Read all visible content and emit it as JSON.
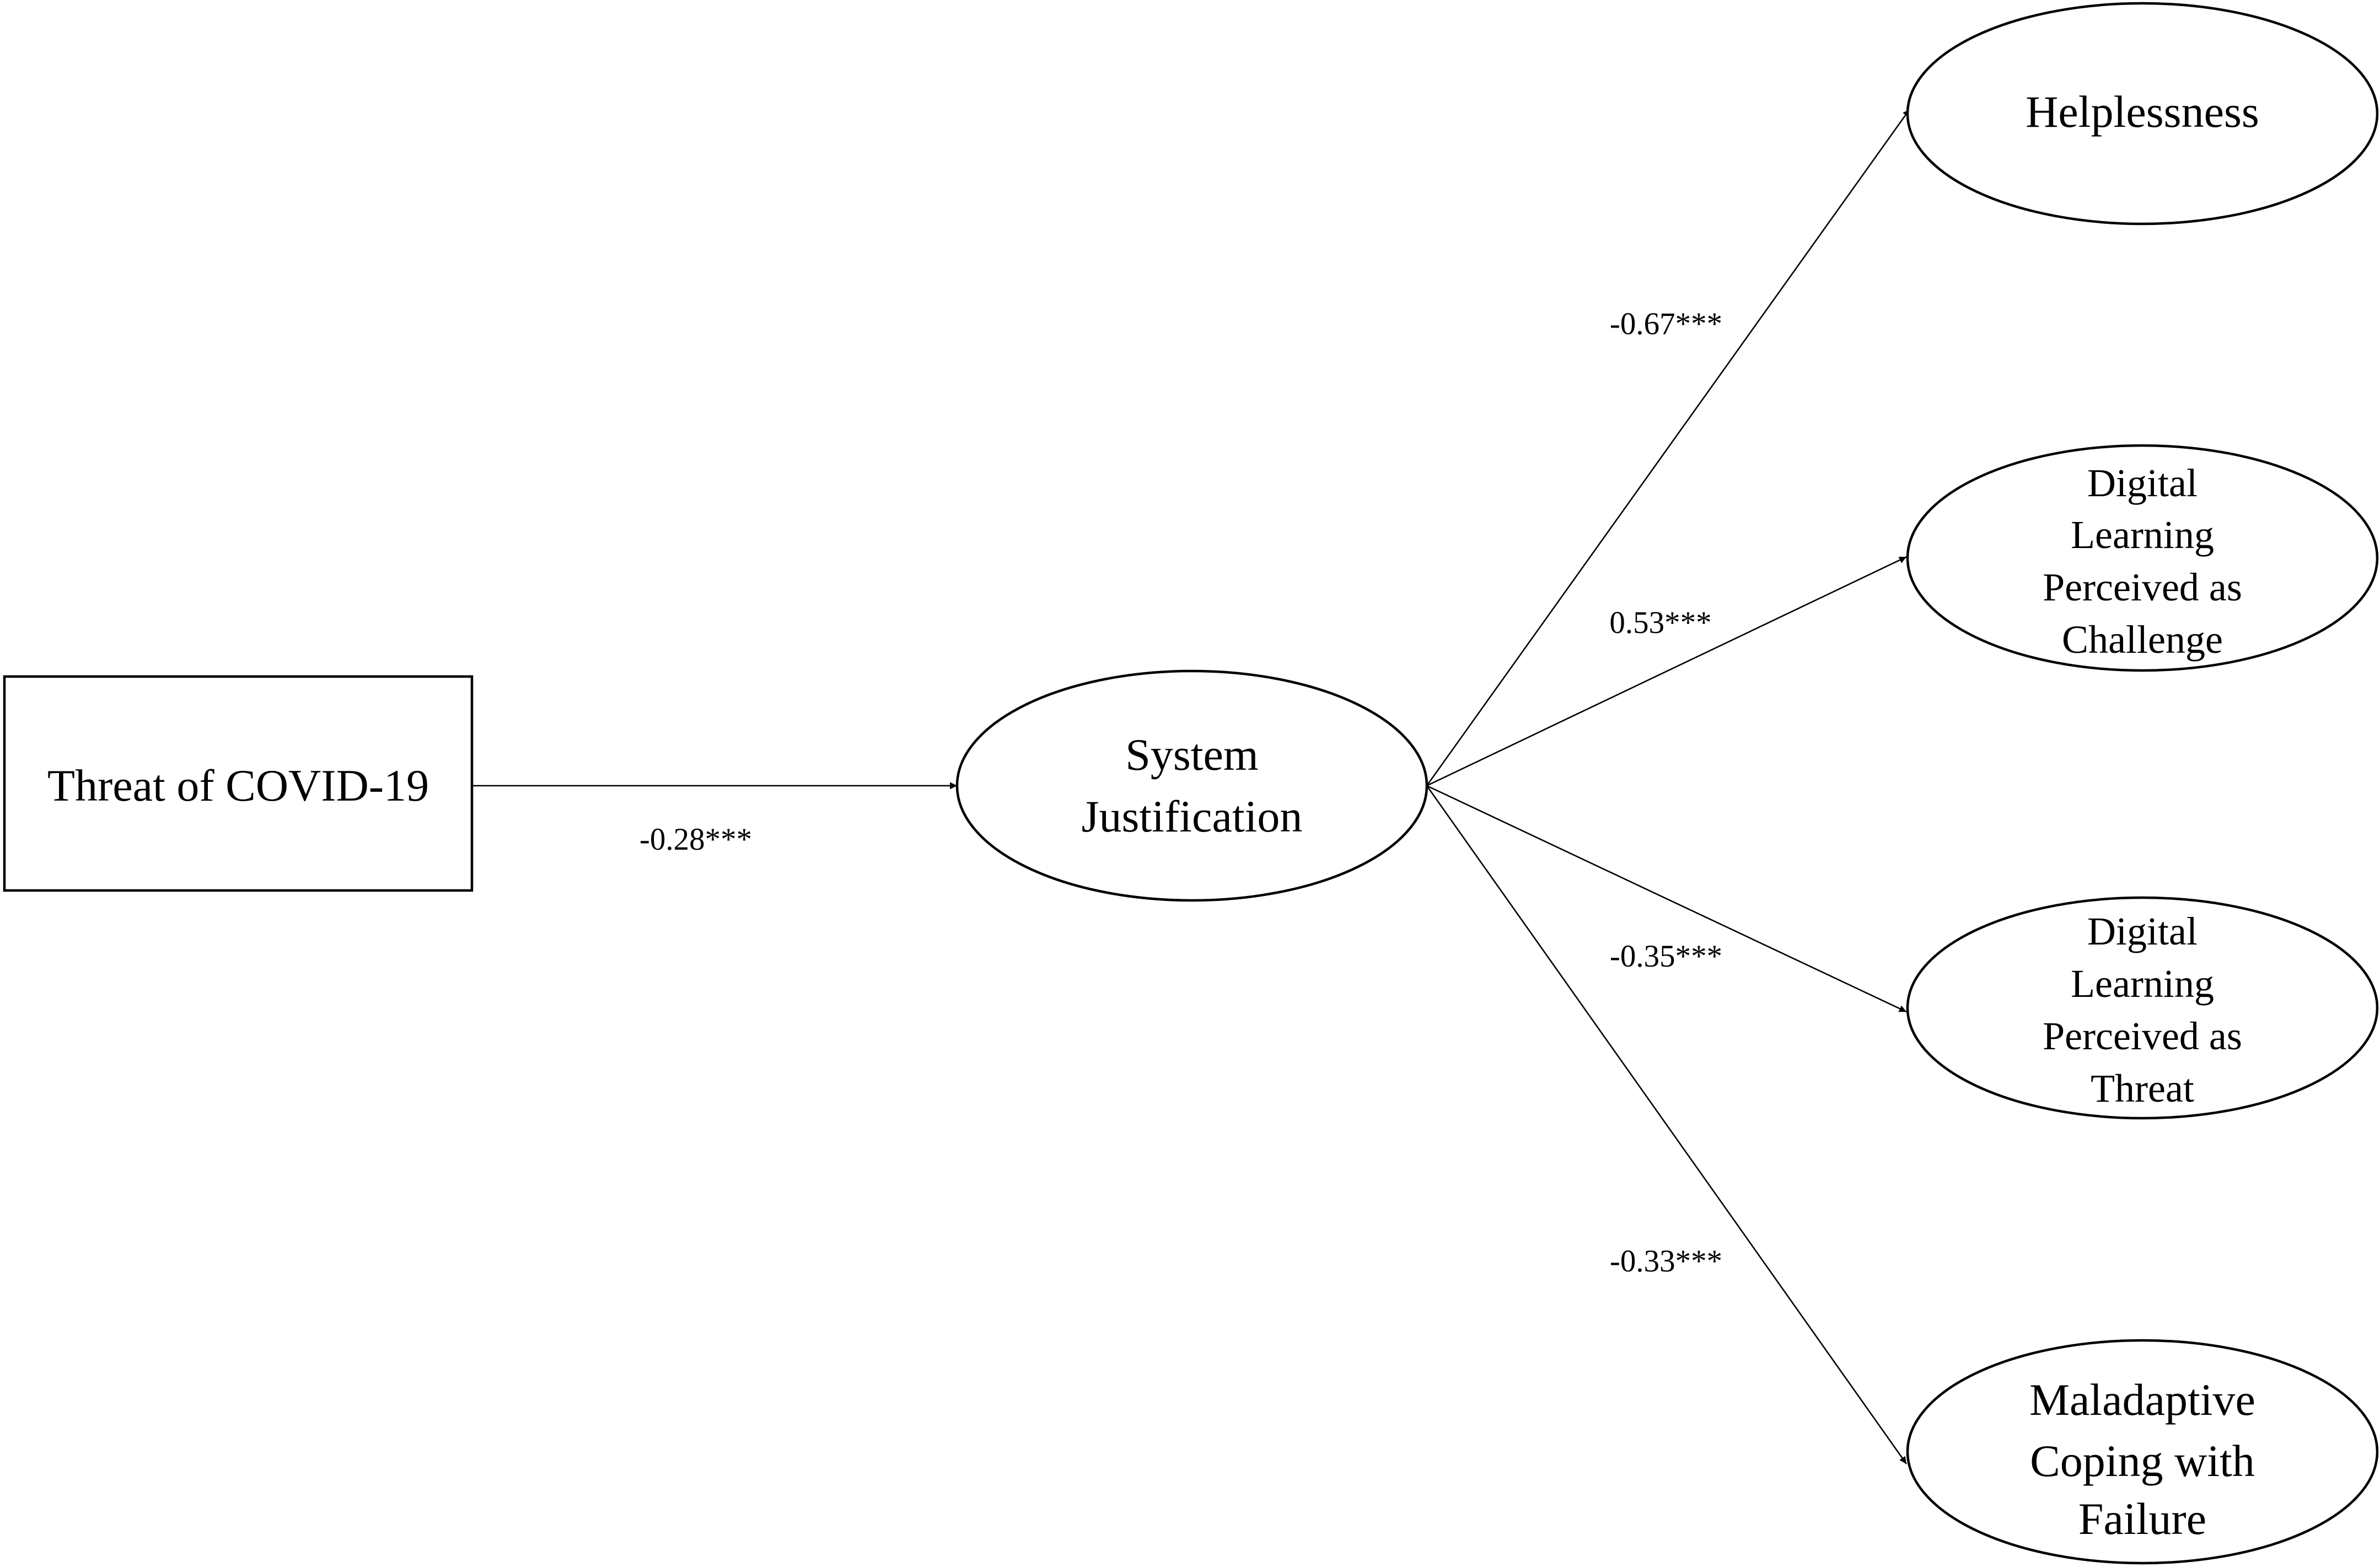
{
  "diagram": {
    "nodes": {
      "threat": {
        "lines": [
          "Threat of COVID-19"
        ]
      },
      "system_justification": {
        "lines": [
          "System",
          "Justification"
        ]
      },
      "helplessness": {
        "lines": [
          "Helplessness"
        ]
      },
      "challenge": {
        "lines": [
          "Digital",
          "Learning",
          "Perceived as",
          "Challenge"
        ]
      },
      "threat_outcome": {
        "lines": [
          "Digital",
          "Learning",
          "Perceived as",
          "Threat"
        ]
      },
      "maladaptive": {
        "lines": [
          "Maladaptive",
          "Coping with",
          "Failure"
        ]
      }
    },
    "paths": [
      {
        "from": "threat",
        "to": "system_justification",
        "coefficient": "-0.28***"
      },
      {
        "from": "system_justification",
        "to": "helplessness",
        "coefficient": "-0.67***"
      },
      {
        "from": "system_justification",
        "to": "challenge",
        "coefficient": "0.53***"
      },
      {
        "from": "system_justification",
        "to": "threat_outcome",
        "coefficient": "-0.35***"
      },
      {
        "from": "system_justification",
        "to": "maladaptive",
        "coefficient": "-0.33***"
      }
    ]
  }
}
